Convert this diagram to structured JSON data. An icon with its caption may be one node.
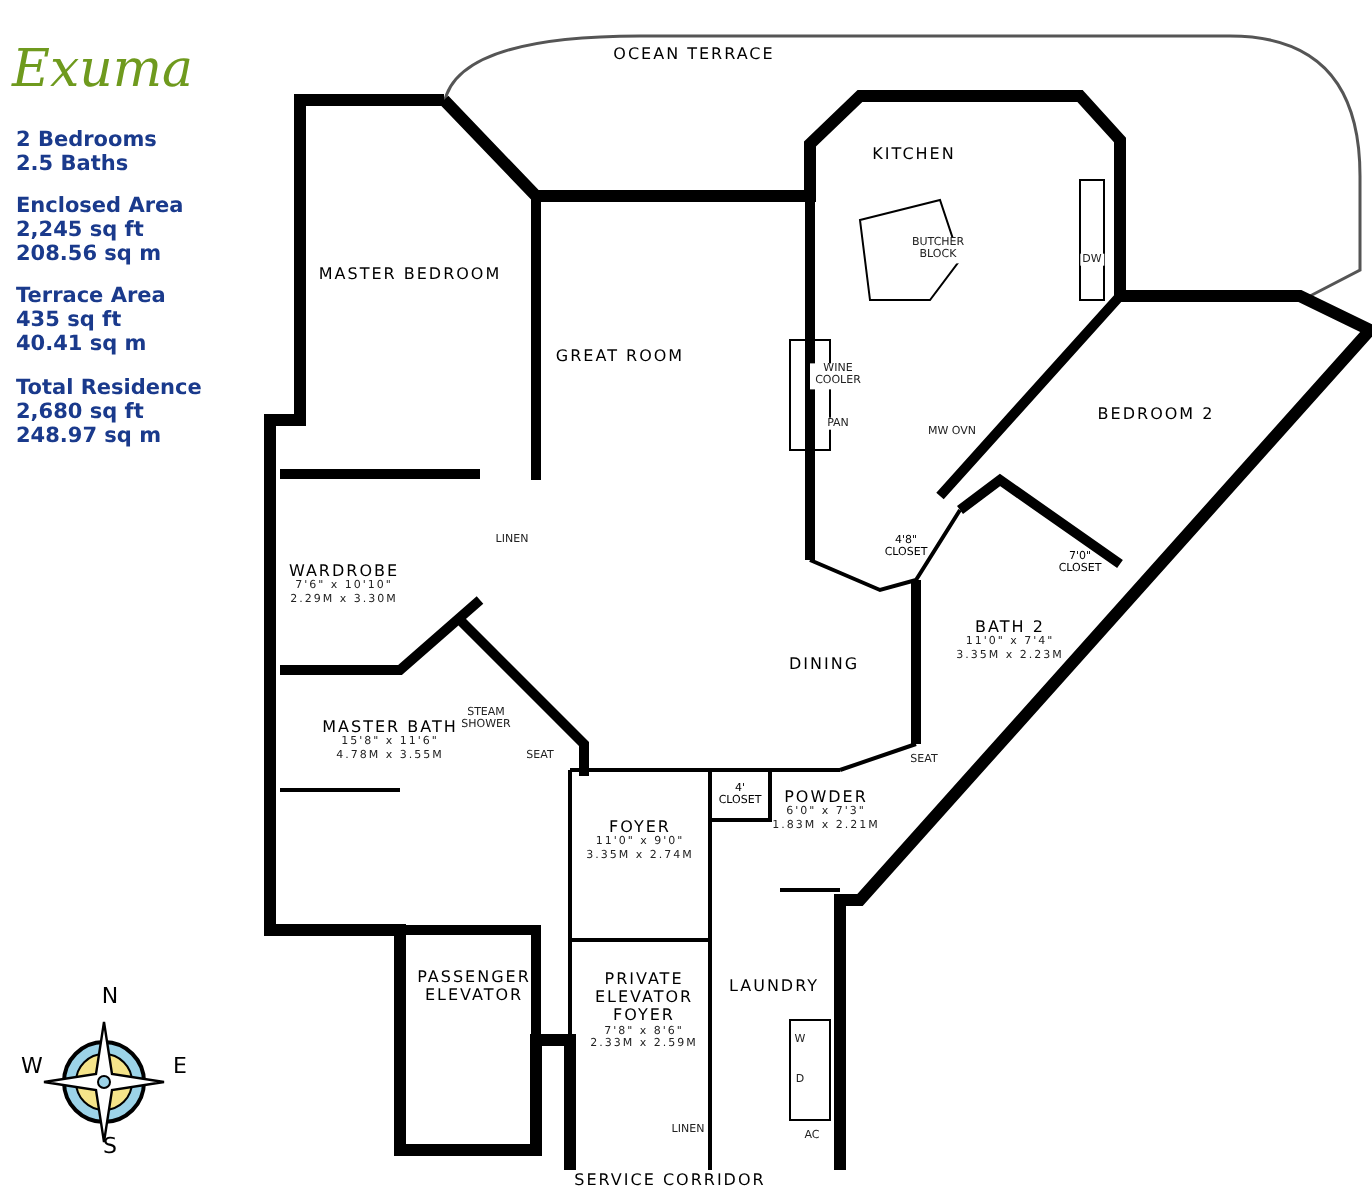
{
  "diagram": {
    "title": "Exuma",
    "nodes": [
      {
        "text": [
          "OCEAN TERRACE"
        ]
      },
      {
        "text": [
          "KITCHEN"
        ]
      },
      {
        "text": [
          "MASTER BEDROOM"
        ]
      },
      {
        "text": [
          "GREAT ROOM"
        ]
      },
      {
        "text": [
          "BEDROOM 2"
        ]
      },
      {
        "text": [
          "WARDROBE",
          "7'6\" x 10'10\"",
          "2.29M x 3.30M"
        ]
      },
      {
        "text": [
          "DINING"
        ]
      },
      {
        "text": [
          "4'8\" CLOSET"
        ]
      },
      {
        "text": [
          "7'0\" CLOSET"
        ]
      },
      {
        "text": [
          "BATH 2",
          "11'0\" x 7'4\"",
          "3.35M x 2.23M"
        ]
      },
      {
        "text": [
          "MASTER BATH",
          "15'8\" x 11'6\"",
          "4.78M x 3.55M"
        ]
      },
      {
        "text": [
          "FOYER",
          "11'0\" x 9'0\"",
          "3.35M x 2.74M"
        ]
      },
      {
        "text": [
          "4' CLOSET"
        ]
      },
      {
        "text": [
          "POWDER",
          "6'0\" x 7'3\"",
          "1.83M x 2.21M"
        ]
      },
      {
        "text": [
          "PASSENGER ELEVATOR"
        ]
      },
      {
        "text": [
          "PRIVATE ELEVATOR FOYER",
          "7'8\" x 8'6\"",
          "2.33M x 2.59M"
        ]
      },
      {
        "text": [
          "LAUNDRY"
        ]
      }
    ],
    "labels": [
      "2 Bedrooms",
      "2.5 Baths",
      "Enclosed Area",
      "2,245 sq ft",
      "208.56 sq m",
      "Terrace Area",
      "435 sq ft",
      "40.41 sq m",
      "Total Residence",
      "2,680 sq ft",
      "248.97 sq m",
      "BUTCHER BLOCK",
      "DW",
      "WINE COOLER",
      "PAN",
      "MW OVN",
      "LINEN",
      "STEAM SHOWER",
      "SEAT",
      "SEAT",
      "LINEN",
      "W",
      "D",
      "AC",
      "SERVICE CORRIDOR",
      "N",
      "W",
      "E",
      "S"
    ]
  }
}
